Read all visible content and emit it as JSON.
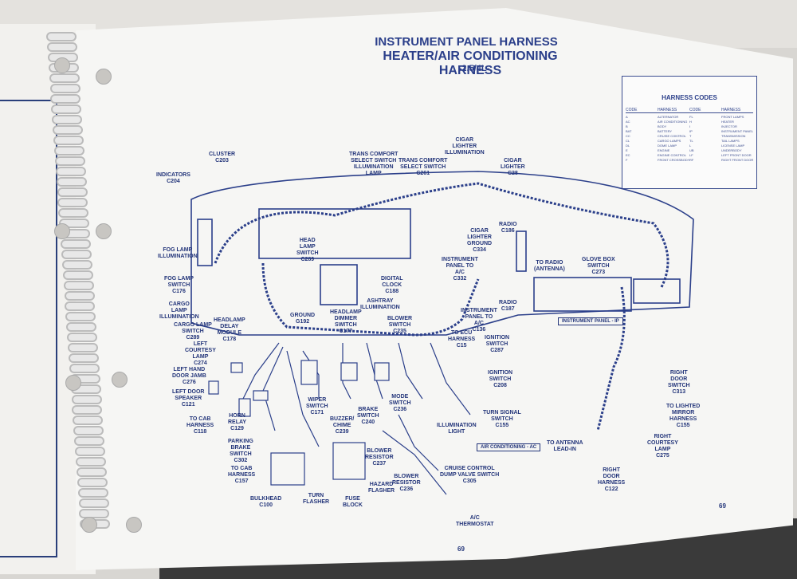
{
  "header": {
    "title_line1": "INSTRUMENT PANEL HARNESS",
    "title_line2": "HEATER/AIR CONDITIONING HARNESS",
    "subtitle": "-2.5/4L-"
  },
  "harness_codes": {
    "title": "HARNESS CODES",
    "col_code": "CODE",
    "col_harness": "HARNESS",
    "rows": [
      [
        "A",
        "ALTERNATOR",
        "FL",
        "FRONT LAMPS"
      ],
      [
        "AC",
        "AIR CONDITIONING",
        "H",
        "HEATER"
      ],
      [
        "B",
        "BODY",
        "I",
        "INJECTOR"
      ],
      [
        "BAT",
        "BATTERY",
        "IP",
        "INSTRUMENT PANEL"
      ],
      [
        "CC",
        "CRUISE CONTROL",
        "T",
        "TRANSMISSION"
      ],
      [
        "CL",
        "CARGO LAMPS",
        "TL",
        "TAIL LAMPS"
      ],
      [
        "DL",
        "DOME LAMP",
        "L",
        "LICENSE LAMP"
      ],
      [
        "E",
        "ENGINE",
        "UB",
        "UNDERBODY"
      ],
      [
        "EC",
        "ENGINE CONTROL",
        "LF",
        "LEFT FRONT DOOR"
      ],
      [
        "F",
        "FRONT CROSSBODY",
        "RF",
        "RIGHT FRONT DOOR"
      ]
    ]
  },
  "labels": {
    "cluster": "CLUSTER\nC203",
    "indicators": "INDICATORS\nC204",
    "fog_illum": "FOG LAMP\nILLUMINATION",
    "fog_switch": "FOG LAMP\nSWITCH\nC176",
    "cargo_illum": "CARGO\nLAMP\nILLUMINATION",
    "cargo_switch": "CARGO LAMP\nSWITCH\nC289",
    "headlamp_delay": "HEADLAMP\nDELAY\nMODULE\nC178",
    "left_courtesy": "LEFT\nCOURTESY\nLAMP\nC274",
    "left_jamb": "LEFT HAND\nDOOR JAMB\nC276",
    "left_speaker": "LEFT DOOR\nSPEAKER\nC121",
    "to_cab_1": "TO CAB\nHARNESS\nC118",
    "horn_relay": "HORN\nRELAY\nC129",
    "parking_brake": "PARKING\nBRAKE\nSWITCH\nC302",
    "to_cab_2": "TO CAB\nHARNESS\nC157",
    "bulkhead": "BULKHEAD\nC100",
    "turn_flasher": "TURN\nFLASHER",
    "fuse_block": "FUSE\nBLOCK",
    "hazard_flasher": "HAZARD\nFLASHER",
    "blower_resistor_1": "BLOWER\nRESISTOR\nC236",
    "blower_resistor_2": "BLOWER\nRESISTOR\nC237",
    "wiper_switch": "WIPER\nSWITCH\nC171",
    "buzzer": "BUZZER/\nCHIME\nC239",
    "brake_switch": "BRAKE\nSWITCH\nC240",
    "mode_switch": "MODE\nSWITCH\nC236",
    "illum_light": "ILLUMINATION\nLIGHT",
    "turn_signal": "TURN SIGNAL\nSWITCH\nC155",
    "ignition_1": "IGNITION\nSWITCH\nC208",
    "ignition_2": "IGNITION\nSWITCH\nC287",
    "to_ecu": "TO ECU\nHARNESS\nC15",
    "blower_switch": "BLOWER\nSWITCH\nC235",
    "headlamp_dimmer": "HEADLAMP\nDIMMER\nSWITCH\nC177",
    "ground": "GROUND\nG192",
    "ashtray": "ASHTRAY\nILLUMINATION",
    "digital_clock": "DIGITAL\nCLOCK\nC188",
    "head_lamp_switch": "HEAD\nLAMP\nSWITCH\nC289",
    "trans_lamp": "TRANS COMFORT\nSELECT SWITCH\nILLUMINATION\nLAMP",
    "trans_switch": "TRANS COMFORT\nSELECT SWITCH\nC261",
    "cigar_illum": "CIGAR\nLIGHTER\nILLUMINATION",
    "cigar_lighter": "CIGAR\nLIGHTER\nC28",
    "cigar_ground": "CIGAR\nLIGHTER\nGROUND\nC334",
    "ip_to_ac": "INSTRUMENT\nPANEL TO\nA/C\nC332",
    "ip_to_ac2": "INSTRUMENT\nPANEL TO\nA/C\nC136",
    "radio_1": "RADIO\nC186",
    "radio_2": "RADIO\nC187",
    "to_radio": "TO RADIO\n(ANTENNA)",
    "glove_box": "GLOVE BOX\nSWITCH\nC273",
    "right_door_switch": "RIGHT\nDOOR\nSWITCH\nC313",
    "lighted_mirror": "TO LIGHTED\nMIRROR\nHARNESS\nC155",
    "right_courtesy": "RIGHT\nCOURTESY\nLAMP\nC275",
    "right_door_harness": "RIGHT\nDOOR\nHARNESS\nC122",
    "antenna": "TO ANTENNA\nLEAD-IN",
    "cruise": "CRUISE CONTROL\nDUMP VALVE SWITCH\nC305",
    "ac_thermostat": "A/C\nTHERMOSTAT"
  },
  "tags": {
    "instrument_panel": "INSTRUMENT PANEL - IP",
    "air_conditioning": "AIR CONDITIONING - AC"
  },
  "page_numbers": {
    "right": "69",
    "bottom": "69"
  }
}
